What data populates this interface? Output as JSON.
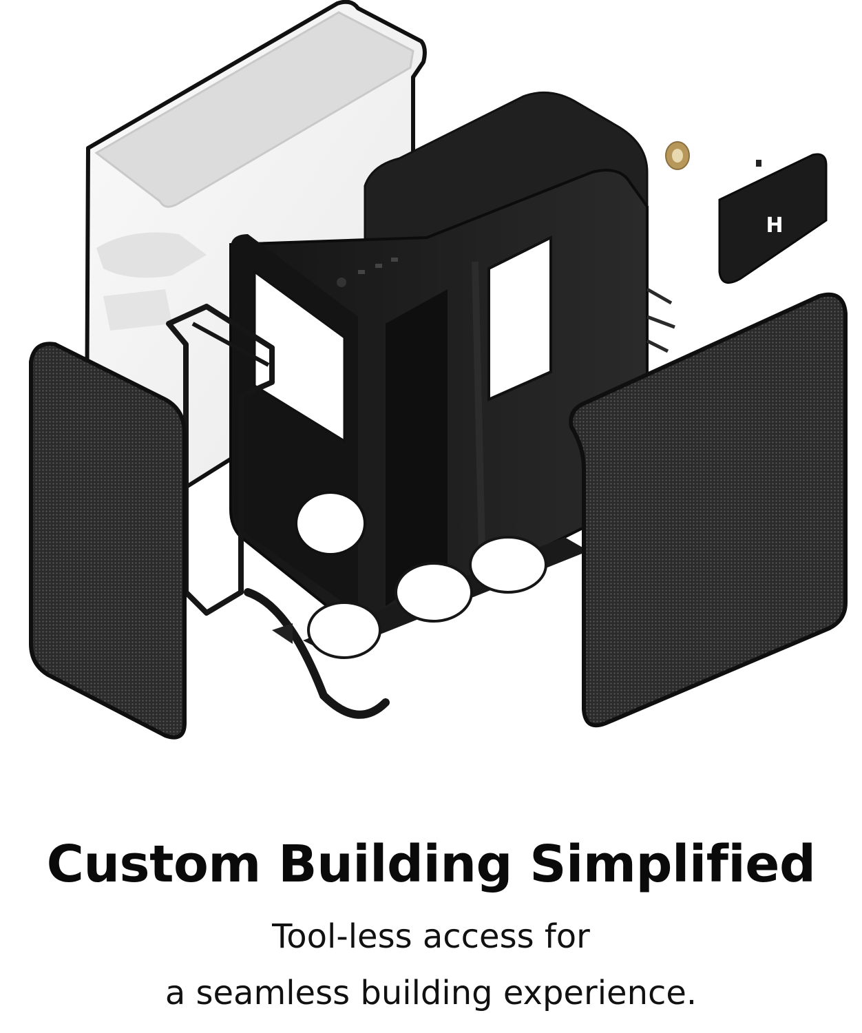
{
  "illustration": {
    "logo_letter": "H"
  },
  "headline": "Custom Building Simplified",
  "subtext": {
    "line1": "Tool-less access for",
    "line2": "a seamless building experience."
  },
  "colors": {
    "background": "#ffffff",
    "chassis": "#1c1c1c",
    "mesh": "#2a2a2a",
    "glass": "#f4f4f4",
    "accent_gold": "#b8985a",
    "text": "#0a0a0a"
  }
}
